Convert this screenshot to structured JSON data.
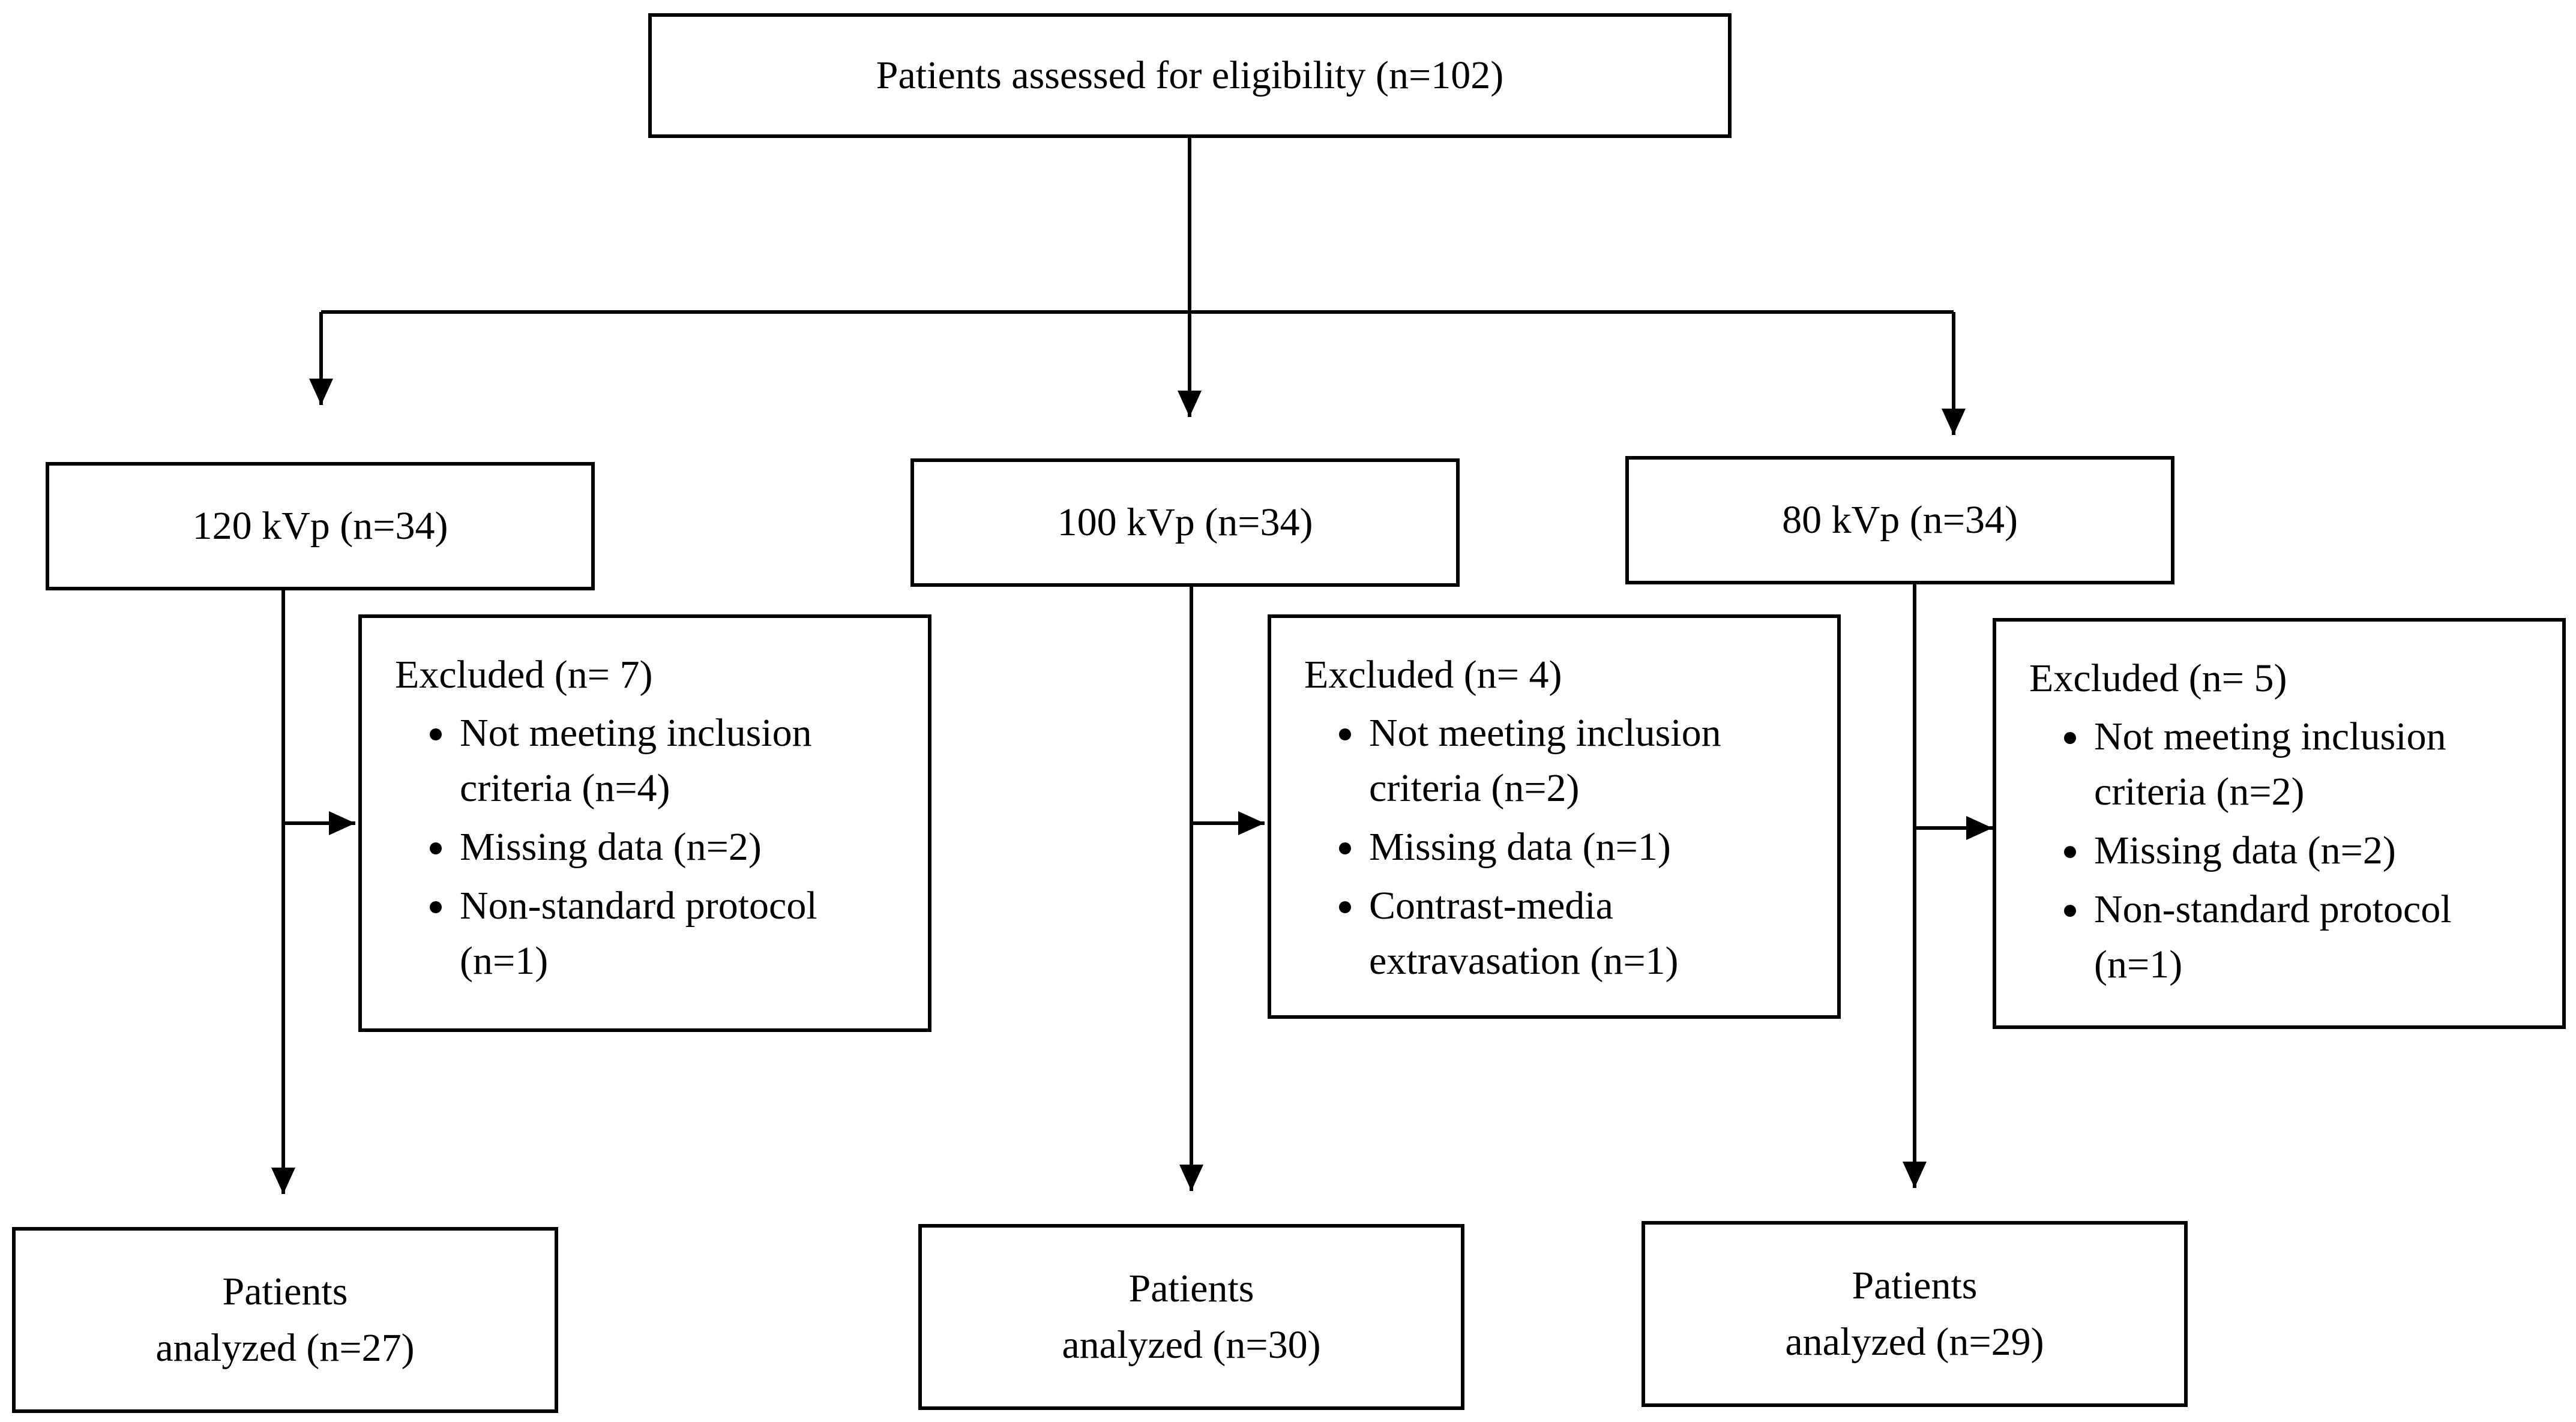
{
  "colors": {
    "stroke": "#000000",
    "background": "#ffffff"
  },
  "eligibility": {
    "label": "Patients assessed for eligibility (n=102)"
  },
  "groups": [
    {
      "label": "120 kVp (n=34)",
      "excluded": {
        "title": "Excluded (n= 7)",
        "reasons": [
          {
            "line1": "Not meeting inclusion",
            "line2": "criteria (n=4)"
          },
          {
            "line1": "Missing data (n=2)",
            "line2": ""
          },
          {
            "line1": "Non-standard protocol",
            "line2": "(n=1)"
          }
        ]
      },
      "analyzed": {
        "line1": "Patients",
        "line2": "analyzed (n=27)"
      }
    },
    {
      "label": "100 kVp (n=34)",
      "excluded": {
        "title": "Excluded (n= 4)",
        "reasons": [
          {
            "line1": "Not meeting inclusion",
            "line2": "criteria (n=2)"
          },
          {
            "line1": "Missing data (n=1)",
            "line2": ""
          },
          {
            "line1": "Contrast-media",
            "line2": "extravasation (n=1)"
          }
        ]
      },
      "analyzed": {
        "line1": "Patients",
        "line2": "analyzed (n=30)"
      }
    },
    {
      "label": "80 kVp (n=34)",
      "excluded": {
        "title": "Excluded (n= 5)",
        "reasons": [
          {
            "line1": "Not meeting inclusion",
            "line2": "criteria (n=2)"
          },
          {
            "line1": "Missing data (n=2)",
            "line2": ""
          },
          {
            "line1": "Non-standard protocol",
            "line2": "(n=1)"
          }
        ]
      },
      "analyzed": {
        "line1": "Patients",
        "line2": "analyzed (n=29)"
      }
    }
  ]
}
